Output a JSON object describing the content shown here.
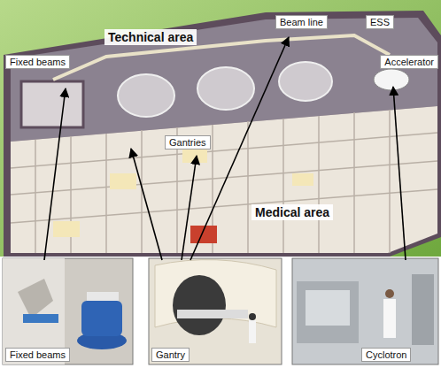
{
  "diagram": {
    "nodes": [
      {
        "text": [
          "Beam line"
        ]
      },
      {
        "text": [
          "ESS"
        ]
      },
      {
        "text": [
          "Technical area"
        ]
      },
      {
        "text": [
          "Fixed beams"
        ]
      },
      {
        "text": [
          "Accelerator"
        ]
      },
      {
        "text": [
          "Gantries"
        ]
      },
      {
        "text": [
          "Medical area"
        ]
      },
      {
        "text": [
          "Fixed beams"
        ]
      },
      {
        "text": [
          "Gantry"
        ]
      },
      {
        "text": [
          "Cyclotron"
        ]
      }
    ]
  }
}
